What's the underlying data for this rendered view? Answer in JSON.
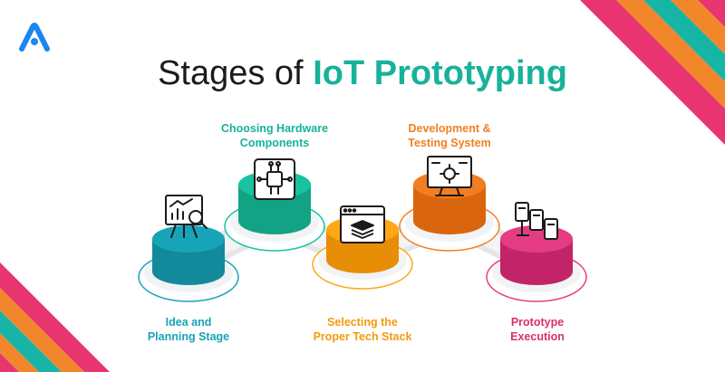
{
  "title": {
    "lead": "Stages of",
    "highlight": "IoT Prototyping"
  },
  "logo": {
    "icon": "brand-a-logo-icon",
    "color": "#1a86f0"
  },
  "colors": {
    "teal": "#17b29a",
    "orange": "#f08020",
    "pink": "#d7306f",
    "ink": "#1b1b1b"
  },
  "stages": [
    {
      "label": "Idea and\nPlanning Stage",
      "icon": "presentation-chart-icon",
      "color": "#17a4b8"
    },
    {
      "label": "Choosing Hardware\nComponents",
      "icon": "circuit-chip-icon",
      "color": "#19c2a0"
    },
    {
      "label": "Selecting the\nProper Tech Stack",
      "icon": "browser-layers-icon",
      "color": "#ffa716"
    },
    {
      "label": "Development &\nTesting System",
      "icon": "monitor-gear-icon",
      "color": "#f37e22"
    },
    {
      "label": "Prototype\nExecution",
      "icon": "server-racks-icon",
      "color": "#e43d84"
    }
  ]
}
